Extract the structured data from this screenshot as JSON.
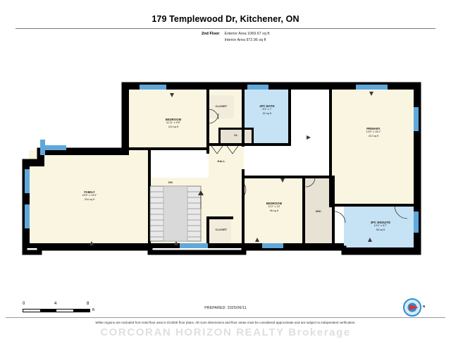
{
  "header": {
    "title": "179 Templewood Dr, Kitchener, ON",
    "floor_label": "2nd Floor",
    "exterior_area": "Exterior Area 1069.67 sq ft",
    "interior_area": "Interior Area 972.96 sq ft"
  },
  "rooms": [
    {
      "name": "BEDROOM",
      "dimensions": "11'11\" x 9'5\"",
      "area": "110 sq ft"
    },
    {
      "name": "4PC BATH",
      "dimensions": "8'3\" x 7'",
      "area": "52 sq ft"
    },
    {
      "name": "PRIMARY",
      "dimensions": "13'5\" x 15'1\"",
      "area": "212 sq ft"
    },
    {
      "name": "FAMILY",
      "dimensions": "16'5\" x 14'4\"",
      "area": "204 sq ft"
    },
    {
      "name": "BEDROOM",
      "dimensions": "11'2\" x 10'",
      "area": "96 sq ft"
    },
    {
      "name": "3PC ENSUITE",
      "dimensions": "10'4\" x 5'7\"",
      "area": "56 sq ft"
    }
  ],
  "small_labels": {
    "closet_top": "CLOSET",
    "cl": "CL",
    "hall": "HALL",
    "dn": "DN",
    "closet_bottom": "CLOSET",
    "wic": "WIC"
  },
  "scale": {
    "zero": "0",
    "mid": "4",
    "max": "8",
    "unit": "ft"
  },
  "compass": {
    "north_label": "N"
  },
  "footer": {
    "prepared": "PREPARED: 2025/06/11",
    "disclaimer": "White regions are excluded from total floor area in iGUIDE floor plans. All room dimensions and floor areas must be considered approximate and are subject to independent verification.",
    "watermark": "CORCORAN HORIZON REALTY Brokerage"
  },
  "colors": {
    "wall": "#000000",
    "room_fill": "#faf5e0",
    "bath_fill": "#c6e2f5",
    "neutral_fill": "#e8e2d5",
    "window": "#5fa8dc",
    "compass_blue": "#2b8fd4",
    "compass_red": "#e03030"
  }
}
